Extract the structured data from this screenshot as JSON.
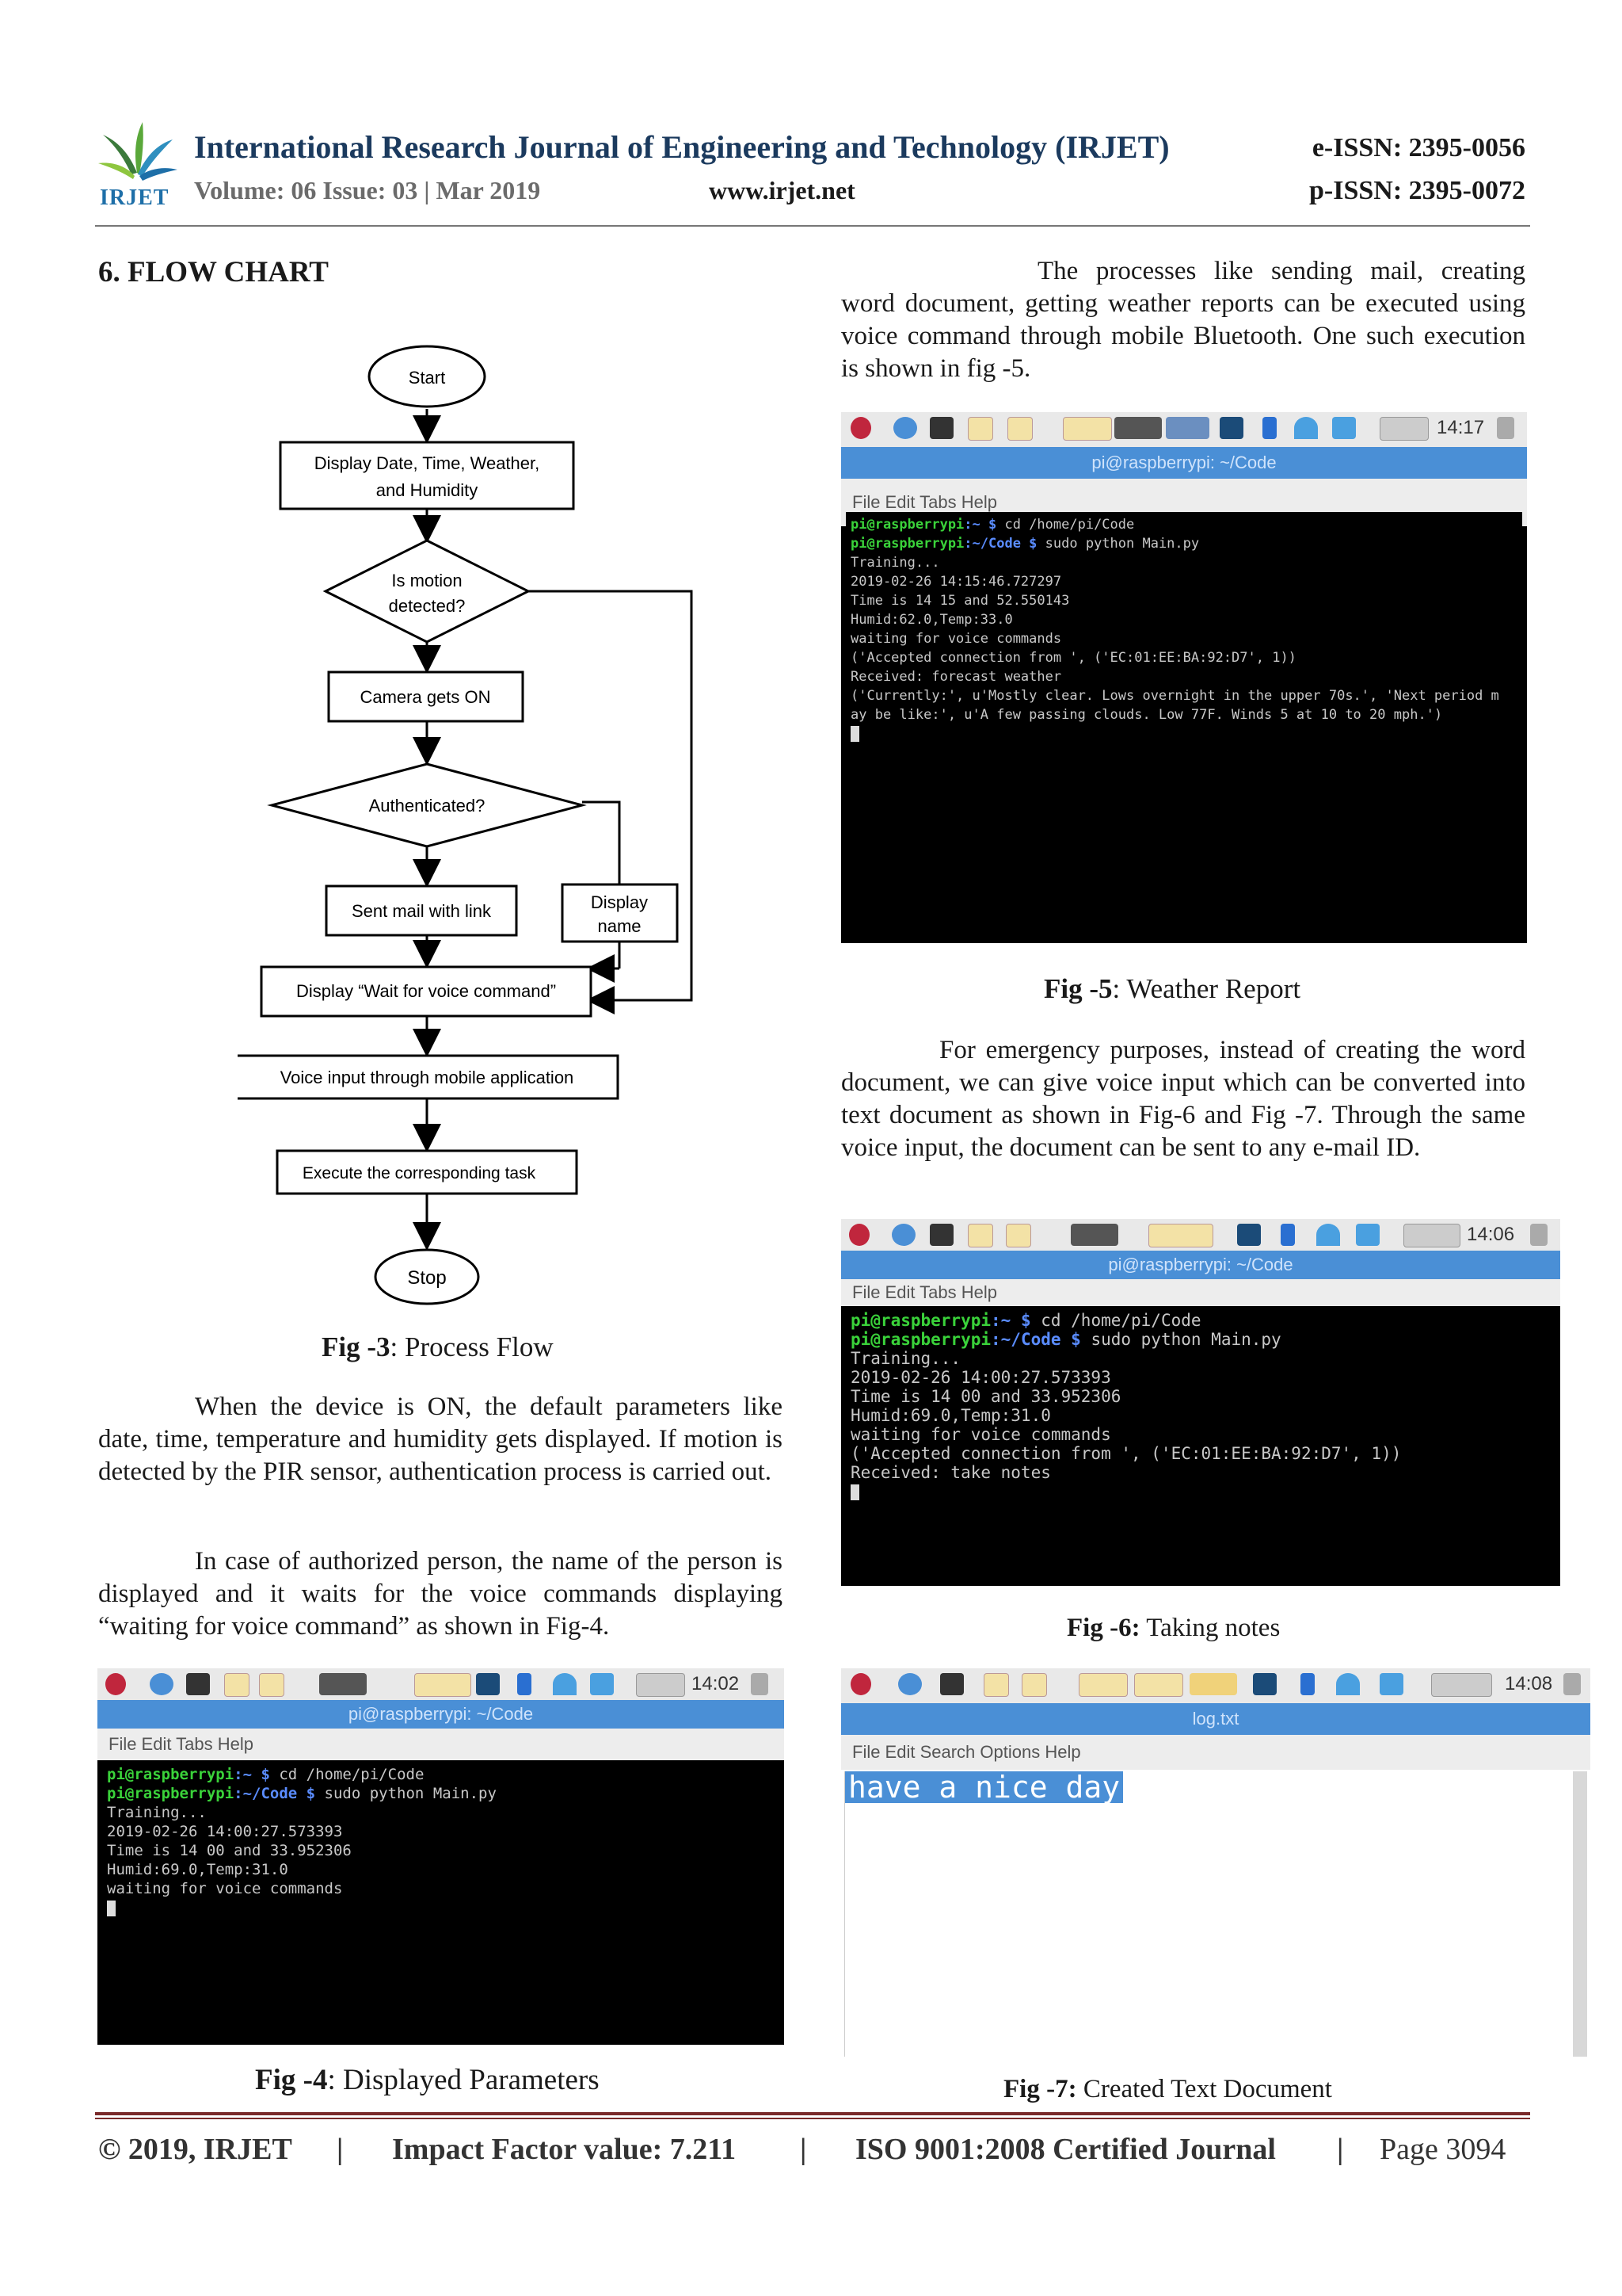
{
  "header": {
    "journal_title": "International Research Journal of Engineering and Technology (IRJET)",
    "volume_line": "Volume: 06 Issue: 03 | Mar 2019",
    "url": "www.irjet.net",
    "eissn": "e-ISSN: 2395-0056",
    "pissn": "p-ISSN: 2395-0072",
    "logo_text": "IRJET"
  },
  "section": {
    "heading": "6. FLOW CHART"
  },
  "flowchart": {
    "start": "Start",
    "display_line1": "Display Date, Time, Weather,",
    "display_line2": "and Humidity",
    "motion_line1": "Is motion",
    "motion_line2": "detected?",
    "camera": "Camera gets ON",
    "authenticated": "Authenticated?",
    "sent_mail": "Sent mail with link",
    "display_name_line1": "Display",
    "display_name_line2": "name",
    "wait": "Display “Wait for voice command”",
    "voice_input": "Voice input through mobile application",
    "execute": "Execute the corresponding task",
    "stop": "Stop"
  },
  "fig3": {
    "label": "Fig -3",
    "caption": ": Process Flow"
  },
  "left_paragraphs": [
    "When the device is ON, the default parameters like date, time, temperature and humidity gets displayed. If motion is detected by the PIR sensor, authentication process is carried out.",
    "In case of authorized person, the name of the person is displayed and it waits for the voice commands displaying “waiting for voice command” as shown in Fig-4."
  ],
  "right_paragraphs": [
    "The processes like sending mail, creating word document, getting weather reports can be executed using voice command through mobile Bluetooth. One such execution is shown in fig -5.",
    "For emergency purposes, instead of creating the word document, we can give voice input which can be converted into text document as shown in Fig-6 and Fig -7. Through the same voice input, the document can be sent to any e-mail ID."
  ],
  "fig4": {
    "label": "Fig -4",
    "caption": ": Displayed Parameters",
    "clock": "14:02",
    "window_title": "pi@raspberrypi: ~/Code",
    "menu": "File   Edit   Tabs   Help",
    "prompt1_user": "pi@raspberrypi",
    "prompt1_path": ":~ $ ",
    "cmd1": "cd /home/pi/Code",
    "prompt2_user": "pi@raspberrypi",
    "prompt2_path": ":~/Code $ ",
    "cmd2": "sudo python Main.py",
    "output": "Training...\n2019-02-26 14:00:27.573393\nTime is 14 00 and 33.952306\nHumid:69.0,Temp:31.0\nwaiting for voice commands"
  },
  "fig5": {
    "label": "Fig -5",
    "caption": ": Weather Report",
    "clock": "14:17",
    "window_title": "pi@raspberrypi: ~/Code",
    "menu": "File   Edit   Tabs   Help",
    "prompt1_user": "pi@raspberrypi",
    "prompt1_path": ":~ $ ",
    "cmd1": "cd /home/pi/Code",
    "prompt2_user": "pi@raspberrypi",
    "prompt2_path": ":~/Code $ ",
    "cmd2": "sudo python Main.py",
    "output": "Training...\n2019-02-26 14:15:46.727297\nTime is 14 15 and 52.550143\nHumid:62.0,Temp:33.0\nwaiting for voice commands\n('Accepted connection from ', ('EC:01:EE:BA:92:D7', 1))\nReceived: forecast weather\n('Currently:', u'Mostly clear. Lows overnight in the upper 70s.', 'Next period m\nay be like:', u'A few passing clouds. Low 77F. Winds 5 at 10 to 20 mph.')"
  },
  "fig6": {
    "label": "Fig -6:",
    "caption": " Taking notes",
    "clock": "14:06",
    "window_title": "pi@raspberrypi: ~/Code",
    "menu": "File   Edit   Tabs   Help",
    "prompt1_user": "pi@raspberrypi",
    "prompt1_path": ":~ $ ",
    "cmd1": "cd /home/pi/Code",
    "prompt2_user": "pi@raspberrypi",
    "prompt2_path": ":~/Code $ ",
    "cmd2": "sudo python Main.py",
    "output": "Training...\n2019-02-26 14:00:27.573393\nTime is 14 00 and 33.952306\nHumid:69.0,Temp:31.0\nwaiting for voice commands\n('Accepted connection from ', ('EC:01:EE:BA:92:D7', 1))\nReceived: take notes"
  },
  "fig7": {
    "label": "Fig -7:",
    "caption": " Created Text Document",
    "clock": "14:08",
    "window_title": "log.txt",
    "menu": "File   Edit   Search   Options   Help",
    "content": "have a nice day"
  },
  "footer": {
    "copyright": "© 2019, IRJET",
    "sep": "|",
    "impact": "Impact Factor value: 7.211",
    "iso": "ISO 9001:2008 Certified Journal",
    "page": "Page 3094"
  }
}
